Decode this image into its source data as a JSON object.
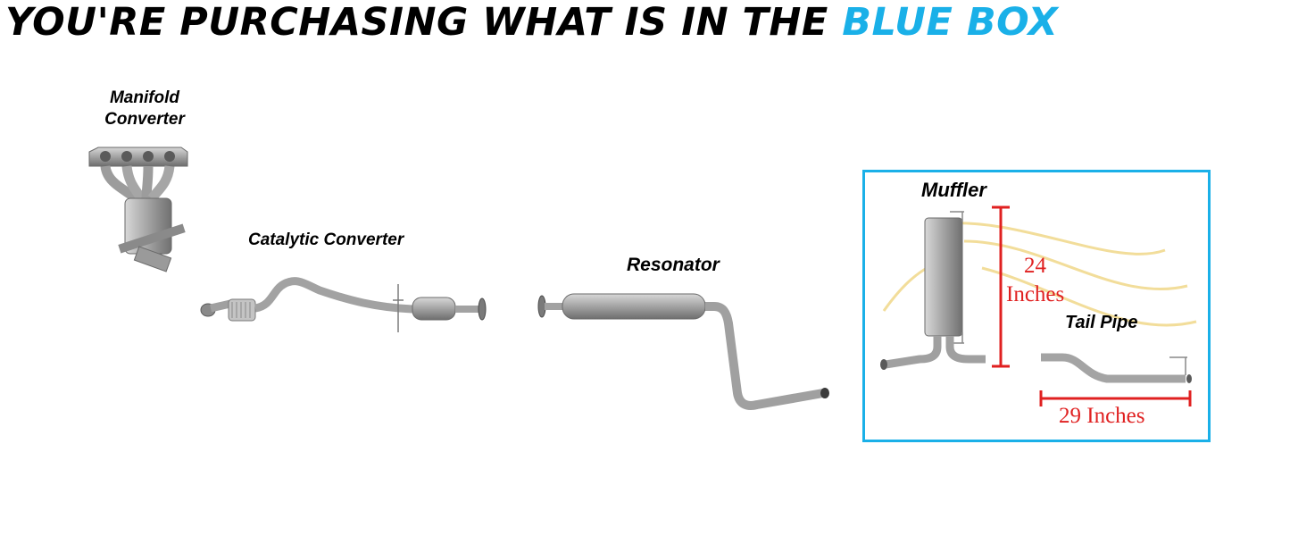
{
  "headline": {
    "main": "YOU'RE PURCHASING WHAT IS IN THE",
    "accent": "BLUE BOX"
  },
  "labels": {
    "manifold_line1": "Manifold",
    "manifold_line2": "Converter",
    "catalytic": "Catalytic Converter",
    "resonator": "Resonator",
    "muffler": "Muffler",
    "tail_pipe": "Tail Pipe"
  },
  "measurements": {
    "muffler_value": "24",
    "muffler_unit": "Inches",
    "tail_pipe": "29 Inches"
  },
  "colors": {
    "accent_blue": "#1ab0e8",
    "measure_red": "#e02020",
    "metal": "#9a9a9a"
  }
}
